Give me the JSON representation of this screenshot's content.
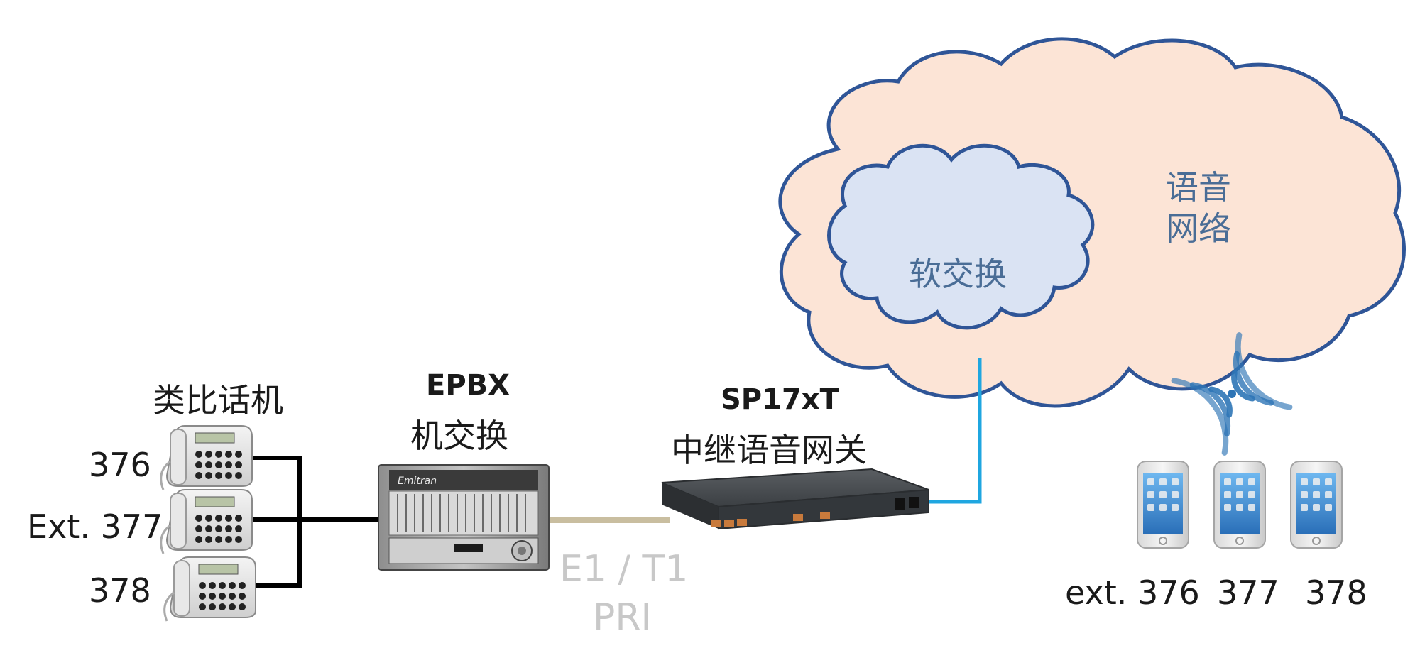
{
  "labels": {
    "analog_phones": "类比话机",
    "ext_376": "376",
    "ext_377": "Ext. 377",
    "ext_378": "378",
    "epbx_title": "EPBX",
    "epbx_subtitle": "机交换",
    "gateway_model": "SP17xT",
    "gateway_desc": "中继语音网关",
    "trunk_line1": "E1 / T1",
    "trunk_line2": "PRI",
    "softswitch": "软交换",
    "voice_net_line1": "语音",
    "voice_net_line2": "网络",
    "mobile_ext_376": "ext. 376",
    "mobile_ext_377": "377",
    "mobile_ext_378": "378"
  },
  "colors": {
    "outer_cloud_fill": "#fce4d6",
    "cloud_stroke": "#2f5597",
    "inner_cloud_fill": "#dae3f3",
    "link_blue": "#1fa6e0",
    "trunk_line": "#c9bea0",
    "phone_wire": "#000000",
    "wifi": "#2e75b6",
    "trunk_label": "#c8c8c8",
    "cloud_label": "#4a6d96"
  },
  "icons": [
    "desk-phone-icon",
    "pbx-cabinet-icon",
    "gateway-device-icon",
    "smartphone-icon",
    "wifi-signal-icon",
    "cloud-icon"
  ]
}
